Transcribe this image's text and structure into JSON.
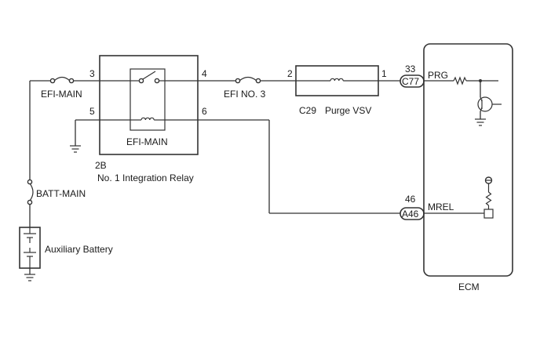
{
  "diagram": {
    "fuses": {
      "efi_main": "EFI-MAIN",
      "efi_no3": "EFI NO. 3",
      "batt_main": "BATT-MAIN"
    },
    "relay": {
      "code": "2B",
      "name": "No. 1 Integration Relay",
      "coil_label": "EFI-MAIN",
      "pins": {
        "p3": "3",
        "p4": "4",
        "p5": "5",
        "p6": "6"
      }
    },
    "purge_vsv": {
      "code": "C29",
      "name": "Purge VSV",
      "pins": {
        "p2": "2",
        "p1": "1"
      }
    },
    "battery": {
      "label": "Auxiliary Battery"
    },
    "ecm": {
      "label": "ECM",
      "connectors": [
        {
          "pin": "33",
          "connector": "C77",
          "signal": "PRG"
        },
        {
          "pin": "46",
          "connector": "A46",
          "signal": "MREL"
        }
      ]
    }
  }
}
